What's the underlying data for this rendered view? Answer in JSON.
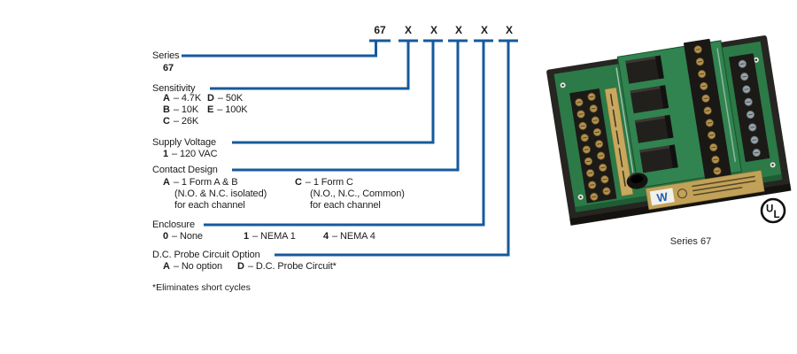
{
  "ordering": {
    "header": {
      "series": "67",
      "xs": [
        "X",
        "X",
        "X",
        "X",
        "X"
      ]
    },
    "rows": [
      {
        "label": "Series",
        "options": [
          {
            "code": "67",
            "text": ""
          }
        ]
      },
      {
        "label": "Sensitivity",
        "options": [
          {
            "code": "A",
            "text": "– 4.7K"
          },
          {
            "code": "B",
            "text": "– 10K"
          },
          {
            "code": "C",
            "text": "– 26K"
          },
          {
            "code": "D",
            "text": "– 50K"
          },
          {
            "code": "E",
            "text": "– 100K"
          }
        ]
      },
      {
        "label": "Supply Voltage",
        "options": [
          {
            "code": "1",
            "text": "– 120 VAC"
          }
        ]
      },
      {
        "label": "Contact Design",
        "options": [
          {
            "code": "A",
            "text": "– 1 Form A & B",
            "sub": [
              "(N.O. & N.C. isolated)",
              "for each channel"
            ]
          },
          {
            "code": "C",
            "text": "– 1 Form C",
            "sub": [
              "(N.O., N.C., Common)",
              "for each channel"
            ]
          }
        ]
      },
      {
        "label": "Enclosure",
        "options": [
          {
            "code": "0",
            "text": "– None"
          },
          {
            "code": "1",
            "text": "– NEMA 1"
          },
          {
            "code": "4",
            "text": "– NEMA 4"
          }
        ]
      },
      {
        "label": "D.C. Probe Circuit Option",
        "options": [
          {
            "code": "A",
            "text": "– No option"
          },
          {
            "code": "D",
            "text": "– D.C. Probe Circuit*"
          }
        ]
      }
    ],
    "footnote": "*Eliminates short cycles"
  },
  "photo": {
    "caption": "Series 67",
    "brand_letter": "W",
    "ul_letters": [
      "U",
      "L"
    ]
  },
  "colors": {
    "connector_blue": "#155a9c",
    "pcb_green": "#2c7a47",
    "label_gold": "#c2a159",
    "text": "#1d1d1b"
  }
}
